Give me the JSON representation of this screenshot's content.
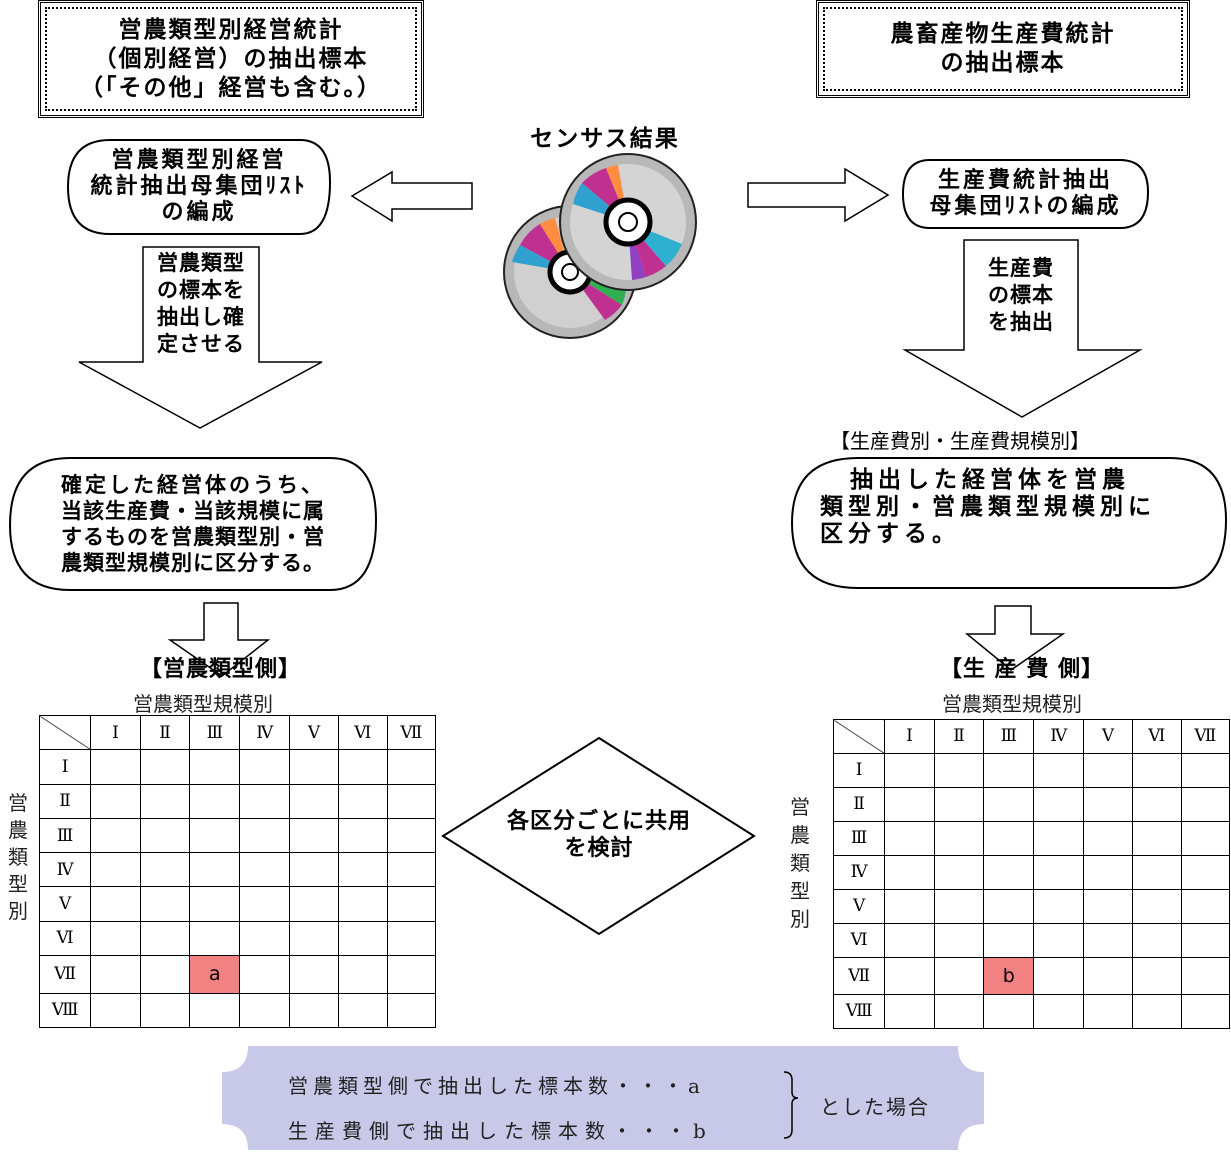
{
  "top_left_box": {
    "lines": [
      "営農類型別経営統計",
      "（個別経営）の抽出標本",
      "（「その他」経営も含む。）"
    ]
  },
  "top_right_box": {
    "lines": [
      "農畜産物生産費統計",
      "の抽出標本"
    ]
  },
  "census_label": "センサス結果",
  "left_list_pill": {
    "lines": [
      "営農類型別経営",
      "統計抽出母集団ﾘｽﾄ",
      "の編成"
    ]
  },
  "right_list_pill": {
    "lines": [
      "生産費統計抽出",
      "母集団ﾘｽﾄの編成"
    ]
  },
  "left_down_arrow": {
    "lines": [
      "営農類型",
      "の標本を",
      "抽出し確",
      "定させる"
    ]
  },
  "right_down_arrow": {
    "lines": [
      "生産費",
      "の標本",
      "を抽出"
    ]
  },
  "right_bracket_label": "【生産費別・生産費規模別】",
  "left_classify_pill": {
    "lines": [
      "確定した経営体のうち、",
      "当該生産費・当該規模に属",
      "するものを営農類型別・営",
      "農類型規模別に区分する。"
    ]
  },
  "right_classify_pill": {
    "lines": [
      "抽出した経営体を営農",
      "類型別・営農類型規模別に",
      "区分する。"
    ]
  },
  "left_side_title": "【営農類型側】",
  "right_side_title": "【生 産 費 側】",
  "table_caption": "営農類型規模別",
  "row_axis_chars": [
    "営",
    "農",
    "類",
    "型",
    "別"
  ],
  "col_headers": [
    "Ⅰ",
    "Ⅱ",
    "Ⅲ",
    "Ⅳ",
    "Ⅴ",
    "Ⅵ",
    "Ⅶ"
  ],
  "row_headers": [
    "Ⅰ",
    "Ⅱ",
    "Ⅲ",
    "Ⅳ",
    "Ⅴ",
    "Ⅵ",
    "Ⅶ",
    "Ⅷ"
  ],
  "left_cell_label": "a",
  "right_cell_label": "b",
  "center_diamond": {
    "lines": [
      "各区分ごとに共用",
      "を検討"
    ]
  },
  "bottom_note": {
    "line1": "営農類型側で抽出した標本数・・・a",
    "line2": "生産費側で抽出した標本数・・・b",
    "suffix": "とした場合"
  },
  "colors": {
    "highlight": "#f28282",
    "note_bg": "#c8c8e8",
    "line": "#000000"
  }
}
